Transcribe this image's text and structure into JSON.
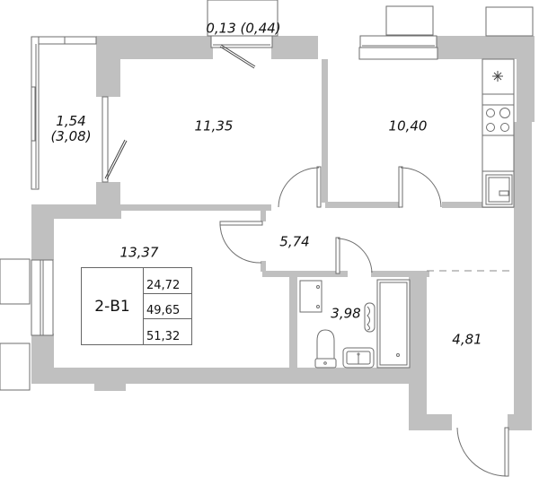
{
  "plan": {
    "apartment_code": "2-В1",
    "areas": {
      "living": "24,72",
      "total": "49,65",
      "total_with_balcony": "51,32"
    },
    "rooms": [
      {
        "id": "balcony-top",
        "label": "0,13 (0,44)"
      },
      {
        "id": "loggia",
        "label_line1": "1,54",
        "label_line2": "(3,08)"
      },
      {
        "id": "bedroom",
        "label": "11,35"
      },
      {
        "id": "kitchen",
        "label": "10,40"
      },
      {
        "id": "living-room",
        "label": "13,37"
      },
      {
        "id": "hallway",
        "label": "5,74"
      },
      {
        "id": "bathroom",
        "label": "3,98"
      },
      {
        "id": "entry-hall",
        "label": "4,81"
      }
    ],
    "fixtures": [
      "hood-icon",
      "cooktop-icon",
      "kitchen-sink-icon",
      "toilet-icon",
      "bathroom-sink-icon",
      "bathtub-icon",
      "washing-machine-icon",
      "towel-radiator-icon"
    ],
    "colors": {
      "wall": "#c0c0c0",
      "line": "#6e6e6e",
      "background": "#ffffff",
      "text": "#111111"
    }
  }
}
